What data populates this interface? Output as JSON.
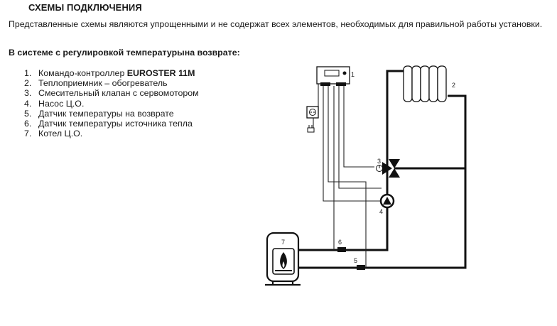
{
  "title": "СХЕМЫ ПОДКЛЮЧЕНИЯ",
  "intro": "Представленные схемы являются упрощенными и не содержат всех элементов, необходимых для правильной работы установки.",
  "subhead": "В системе с регулировкой температурына возврате:",
  "legend": [
    {
      "num": "1.",
      "text": "Командо-контроллер ",
      "brand": "EUROSTER 11M"
    },
    {
      "num": "2.",
      "text": "Теплоприемник – обогреватель",
      "brand": ""
    },
    {
      "num": "3.",
      "text": "Смесительный клапан с сервомотором",
      "brand": ""
    },
    {
      "num": "4.",
      "text": "Насос Ц.О.",
      "brand": ""
    },
    {
      "num": "5.",
      "text": "Датчик температуры на возврате",
      "brand": ""
    },
    {
      "num": "6.",
      "text": "Датчик температуры источника тепла",
      "brand": ""
    },
    {
      "num": "7.",
      "text": "Котел Ц.О.",
      "brand": ""
    }
  ],
  "diagram": {
    "labels": {
      "controller": "1",
      "radiator": "2",
      "valve": "3",
      "pump": "4",
      "sensor_return": "5",
      "sensor_source": "6",
      "boiler": "7"
    }
  }
}
